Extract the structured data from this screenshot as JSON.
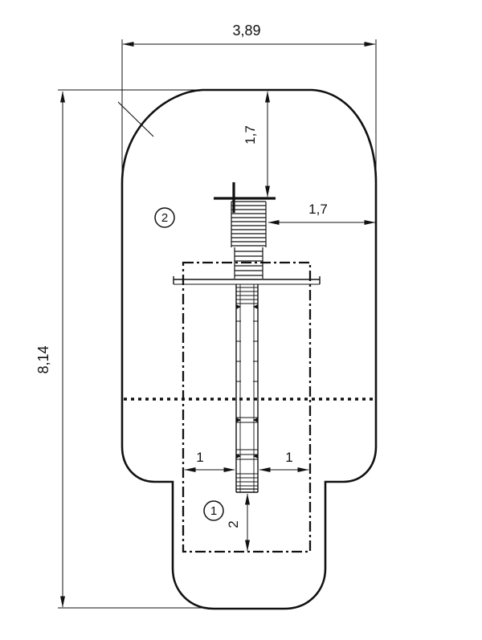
{
  "colors": {
    "ink": "#111111",
    "paper": "#ffffff"
  },
  "dimensions": {
    "overall_width": "3,89",
    "overall_height": "8,14",
    "fitting_depth": "1,7",
    "fitting_to_wall": "1,7",
    "clearance_left": "1",
    "clearance_right": "1",
    "stub_depth": "2"
  },
  "balloons": {
    "balloon_1": "1",
    "balloon_2": "2"
  }
}
